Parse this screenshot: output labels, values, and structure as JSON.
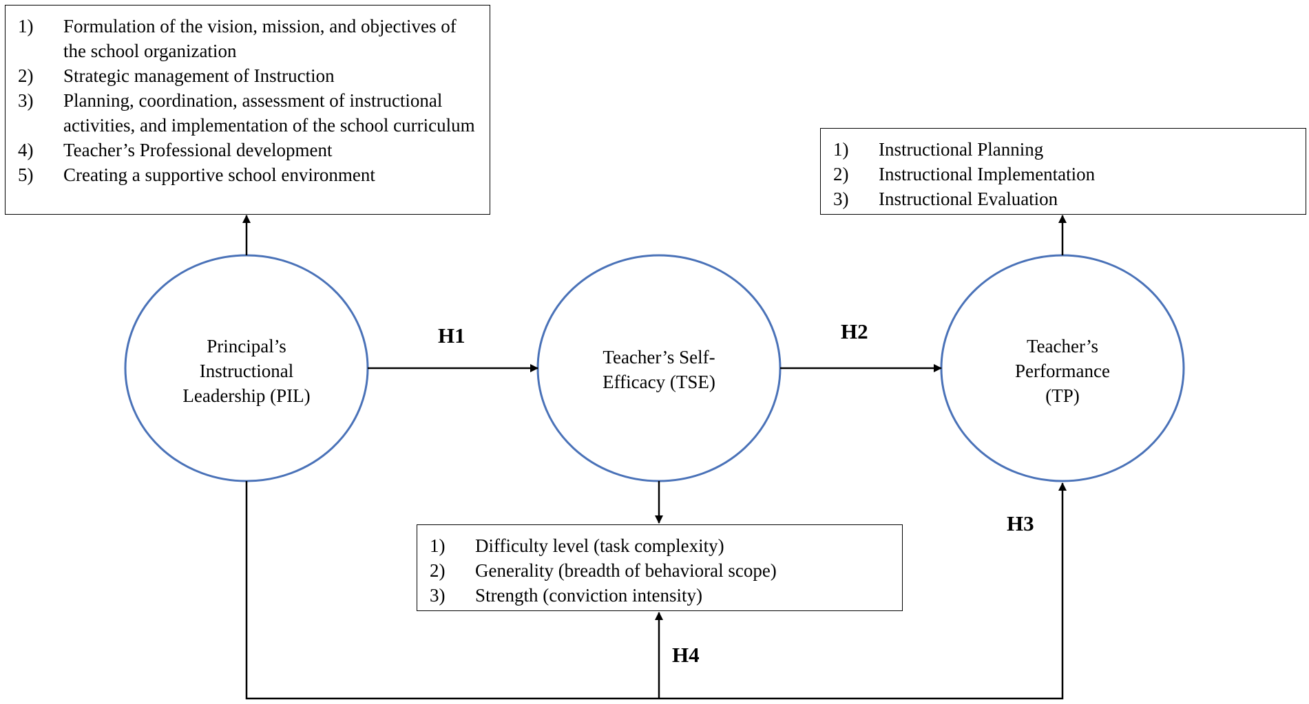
{
  "nodes": {
    "pil": {
      "label_lines": [
        "Principal’s",
        "Instructional",
        "Leadership (PIL)"
      ]
    },
    "tse": {
      "label_lines": [
        "Teacher’s Self-",
        "Efficacy (TSE)"
      ]
    },
    "tp": {
      "label_lines": [
        "Teacher’s",
        "Performance",
        "(TP)"
      ]
    }
  },
  "indicator_boxes": {
    "pil": [
      {
        "num": "1)",
        "text": "Formulation of the vision, mission, and objectives of the school organization"
      },
      {
        "num": "2)",
        "text": "Strategic management of Instruction"
      },
      {
        "num": "3)",
        "text": "Planning, coordination, assessment of instructional activities, and implementation of the school curriculum"
      },
      {
        "num": "4)",
        "text": "Teacher’s Professional development"
      },
      {
        "num": "5)",
        "text": "Creating a supportive school environment"
      }
    ],
    "tp": [
      {
        "num": "1)",
        "text": "Instructional Planning"
      },
      {
        "num": "2)",
        "text": "Instructional Implementation"
      },
      {
        "num": "3)",
        "text": "Instructional Evaluation"
      }
    ],
    "tse": [
      {
        "num": "1)",
        "text": "Difficulty level (task complexity)"
      },
      {
        "num": "2)",
        "text": "Generality (breadth of behavioral scope)"
      },
      {
        "num": "3)",
        "text": "Strength (conviction intensity)"
      }
    ]
  },
  "hypotheses": {
    "h1": "H1",
    "h2": "H2",
    "h3": "H3",
    "h4": "H4"
  },
  "colors": {
    "node_stroke": "#4a72b8",
    "line": "#000000"
  }
}
